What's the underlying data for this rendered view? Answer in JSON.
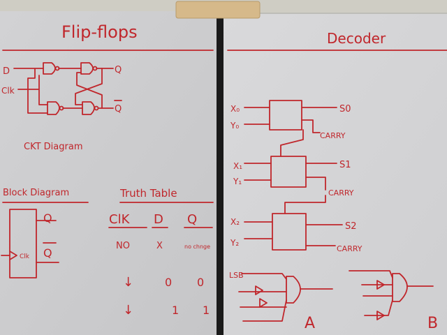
{
  "left_board": {
    "heading": "Flip-flops",
    "ckt_inputs": [
      "D",
      "Clk"
    ],
    "ckt_outputs": [
      "Q",
      "Q"
    ],
    "ckt_caption": "CKT Diagram",
    "block_heading": "Block Diagram",
    "block_clk": "Clk",
    "block_q": "Q",
    "block_qbar": "Q",
    "truth_heading": "Truth Table",
    "truth_headers": [
      "ClK",
      "D",
      "Q"
    ],
    "truth_rows": [
      [
        "NO",
        "X",
        "no chnge"
      ],
      [
        "↓",
        "0",
        "0"
      ],
      [
        "↓",
        "1",
        "1"
      ]
    ]
  },
  "right_board": {
    "heading": "Decoder",
    "stage1_inputs": [
      "X₀",
      "Y₀"
    ],
    "stage1_outputs": [
      "S0",
      "CARRY"
    ],
    "stage2_inputs": [
      "X₁",
      "Y₁"
    ],
    "stage2_outputs": [
      "S1",
      "CARRY"
    ],
    "stage3_inputs": [
      "X₂",
      "Y₂"
    ],
    "stage3_outputs": [
      "S2",
      "CARRY"
    ],
    "lsb_label": "LSB",
    "gate_a_label": "A",
    "gate_b_label": "B"
  },
  "colors": {
    "ink": "#c0262b",
    "board": "#d8d8da",
    "wood_block": "#d6b98a",
    "frame": "#1a1a1a"
  }
}
